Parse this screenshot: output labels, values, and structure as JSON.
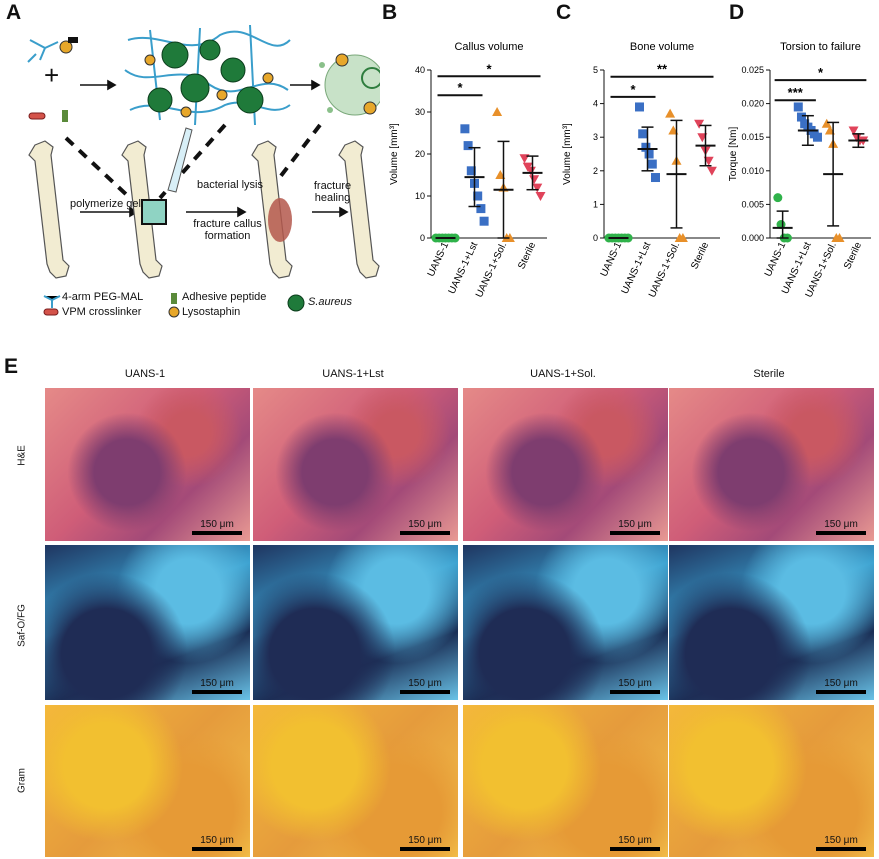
{
  "panels": {
    "A": "A",
    "B": "B",
    "C": "C",
    "D": "D",
    "E": "E"
  },
  "schematic": {
    "plus": "+",
    "steps": [
      "polymerize gel",
      "bacterial lysis",
      "fracture callus formation",
      "fracture healing"
    ],
    "legend": {
      "peg": "4-arm PEG-MAL",
      "vpm": "VPM crosslinker",
      "adhesive": "Adhesive peptide",
      "lyso": "Lysostaphin",
      "saureus": "S.aureus"
    }
  },
  "chart_data": [
    {
      "type": "scatter",
      "title": "Callus volume",
      "ylabel": "Volume [mm³]",
      "ylim": [
        0,
        40
      ],
      "yticks": [
        "0",
        "10",
        "20",
        "30",
        "40"
      ],
      "categories": [
        "UANS-1",
        "UANS-1+Lst",
        "UANS-1+Sol.",
        "Sterile"
      ],
      "colors": [
        "#2fb24a",
        "#3a6fc4",
        "#e8902a",
        "#e0435a"
      ],
      "markers": [
        "circle",
        "square",
        "triangle-up",
        "triangle-down"
      ],
      "points": [
        [
          0,
          0,
          0,
          0,
          0,
          0,
          0
        ],
        [
          26,
          22,
          16,
          13,
          10,
          7,
          4
        ],
        [
          30,
          15,
          12,
          0,
          0
        ],
        [
          19,
          17,
          16,
          14,
          12,
          10
        ]
      ],
      "means": [
        0,
        14.5,
        11.5,
        15.5
      ],
      "sd": [
        0,
        7,
        11.5,
        4
      ],
      "significance": [
        {
          "from": 0,
          "to": 1,
          "label": "*",
          "y": 34
        },
        {
          "from": 0,
          "to": 3,
          "label": "*",
          "y": 38.5
        }
      ]
    },
    {
      "type": "scatter",
      "title": "Bone volume",
      "ylabel": "Volume [mm³]",
      "ylim": [
        0,
        5
      ],
      "yticks": [
        "0",
        "1",
        "2",
        "3",
        "4",
        "5"
      ],
      "categories": [
        "UANS-1",
        "UANS-1+Lst",
        "UANS-1+Sol.",
        "Sterile"
      ],
      "colors": [
        "#2fb24a",
        "#3a6fc4",
        "#e8902a",
        "#e0435a"
      ],
      "markers": [
        "circle",
        "square",
        "triangle-up",
        "triangle-down"
      ],
      "points": [
        [
          0,
          0,
          0,
          0,
          0,
          0,
          0
        ],
        [
          3.9,
          3.1,
          2.7,
          2.5,
          2.2,
          1.8
        ],
        [
          3.7,
          3.2,
          2.3,
          0,
          0
        ],
        [
          3.4,
          3.0,
          2.6,
          2.3,
          2.0
        ]
      ],
      "means": [
        0,
        2.65,
        1.9,
        2.75
      ],
      "sd": [
        0,
        0.65,
        1.6,
        0.6
      ],
      "significance": [
        {
          "from": 0,
          "to": 1,
          "label": "*",
          "y": 4.2
        },
        {
          "from": 0,
          "to": 3,
          "label": "**",
          "y": 4.8
        }
      ]
    },
    {
      "type": "scatter",
      "title": "Torsion to failure",
      "ylabel": "Torque [Nm]",
      "ylim": [
        0,
        0.025
      ],
      "yticks": [
        "0.000",
        "0.005",
        "0.010",
        "0.015",
        "0.020",
        "0.025"
      ],
      "categories": [
        "UANS-1",
        "UANS-1+Lst",
        "UANS-1+Sol.",
        "Sterile"
      ],
      "colors": [
        "#2fb24a",
        "#3a6fc4",
        "#e8902a",
        "#e0435a"
      ],
      "markers": [
        "circle",
        "square",
        "triangle-up",
        "triangle-down"
      ],
      "points": [
        [
          0.006,
          0.002,
          0,
          0
        ],
        [
          0.0195,
          0.018,
          0.017,
          0.0165,
          0.016,
          0.0155,
          0.015
        ],
        [
          0.017,
          0.016,
          0.014,
          0,
          0
        ],
        [
          0.016,
          0.015,
          0.0145,
          0.0145
        ]
      ],
      "means": [
        0.0015,
        0.016,
        0.0095,
        0.0145
      ],
      "sd": [
        0.0025,
        0.0022,
        0.0077,
        0.001
      ],
      "significance": [
        {
          "from": 0,
          "to": 1,
          "label": "***",
          "y": 0.0205
        },
        {
          "from": 0,
          "to": 3,
          "label": "*",
          "y": 0.0235
        }
      ]
    }
  ],
  "histology": {
    "columns": [
      "UANS-1",
      "UANS-1+Lst",
      "UANS-1+Sol.",
      "Sterile"
    ],
    "rows": [
      "H&E",
      "Saf-O/FG",
      "Gram"
    ],
    "scale": "150 μm"
  }
}
